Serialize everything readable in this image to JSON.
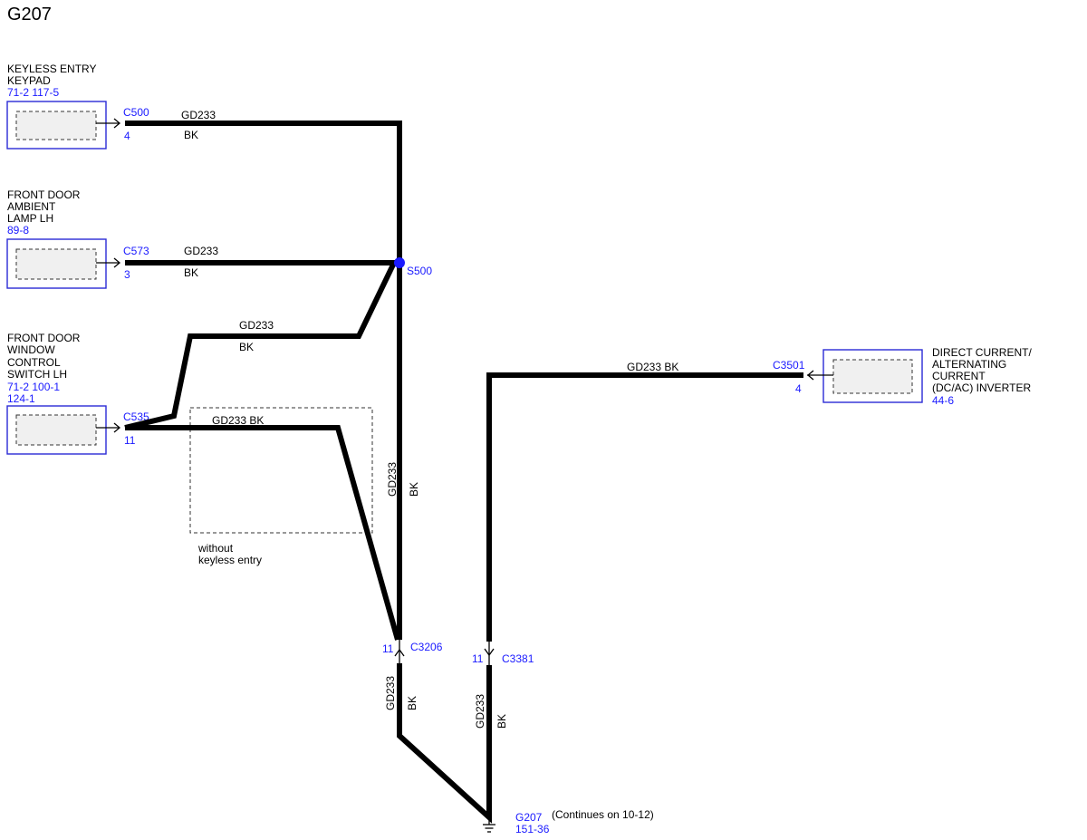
{
  "title": "G207",
  "components": {
    "keypad": {
      "name_l1": "KEYLESS ENTRY",
      "name_l2": "KEYPAD",
      "refs": "71-2   117-5",
      "connector": "C500",
      "pin": "4"
    },
    "ambient": {
      "name_l1": "FRONT DOOR",
      "name_l2": "AMBIENT",
      "name_l3": "LAMP LH",
      "refs": "89-8",
      "connector": "C573",
      "pin": "3"
    },
    "window": {
      "name_l1": "FRONT DOOR",
      "name_l2": "WINDOW",
      "name_l3": "CONTROL",
      "name_l4": "SWITCH LH",
      "refs1": "71-2   100-1",
      "refs2": "124-1",
      "connector": "C535",
      "pin": "11"
    },
    "inverter": {
      "name_l1": "DIRECT CURRENT/",
      "name_l2": "ALTERNATING",
      "name_l3": "CURRENT",
      "name_l4": "(DC/AC) INVERTER",
      "refs": "44-6",
      "connector": "C3501",
      "pin": "4"
    }
  },
  "wires": {
    "keypad_circuit": "GD233",
    "keypad_color": "BK",
    "ambient_circuit": "GD233",
    "ambient_color": "BK",
    "window_circuit": "GD233",
    "window_color": "BK",
    "nokey_label": "GD233   BK",
    "trunk_circuit": "GD233",
    "trunk_color": "BK",
    "lower_left_circuit": "GD233",
    "lower_left_color": "BK",
    "inverter_label": "GD233   BK",
    "lower_right_circuit": "GD233",
    "lower_right_color": "BK"
  },
  "splice": {
    "name": "S500",
    "color": "#1a1aff"
  },
  "inline_connectors": {
    "left": {
      "name": "C3206",
      "pin": "11"
    },
    "right": {
      "name": "C3381",
      "pin": "11"
    }
  },
  "option_box": {
    "line1": "without",
    "line2": "keyless entry"
  },
  "ground": {
    "name": "G207",
    "ref": "151-36",
    "note": "(Continues on 10-12)"
  },
  "colors": {
    "wire": "#000000",
    "reference_text": "#1a1aff",
    "component_box": "#2b2bd6"
  }
}
